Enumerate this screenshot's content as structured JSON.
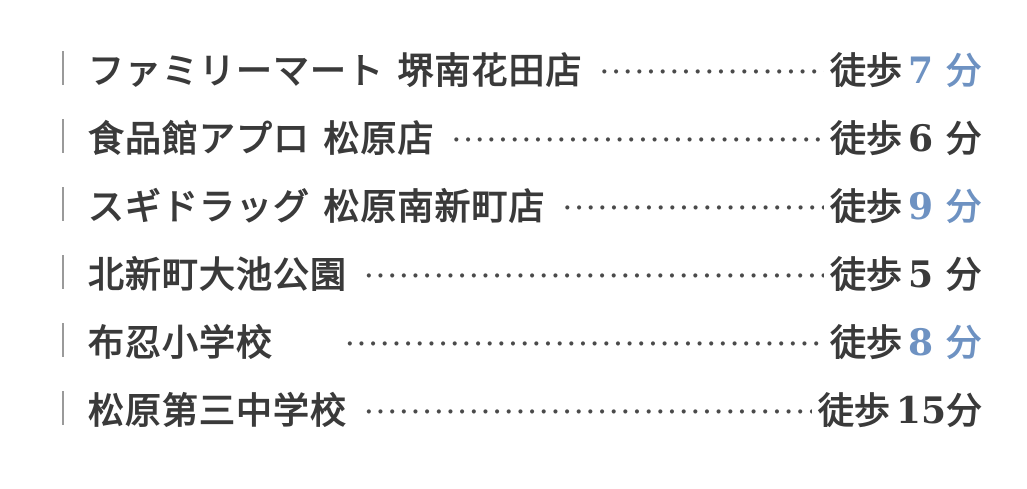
{
  "places": [
    {
      "name": "ファミリーマート 堺南花田店",
      "walk": "徒歩",
      "minutes": "7 分",
      "accent": true
    },
    {
      "name": "食品館アプロ 松原店",
      "walk": "徒歩",
      "minutes": "6 分",
      "accent": false
    },
    {
      "name": "スギドラッグ 松原南新町店",
      "walk": "徒歩",
      "minutes": "9 分",
      "accent": true
    },
    {
      "name": "北新町大池公園",
      "walk": "徒歩",
      "minutes": "5 分",
      "accent": false
    },
    {
      "name": "布忍小学校",
      "walk": "徒歩",
      "minutes": "8 分",
      "accent": true
    },
    {
      "name": "松原第三中学校",
      "walk": "徒歩",
      "minutes": "15分",
      "accent": false
    }
  ],
  "colors": {
    "text": "#3a3a3a",
    "accent": "#6e92c2",
    "bar": "#9a9a9a"
  }
}
